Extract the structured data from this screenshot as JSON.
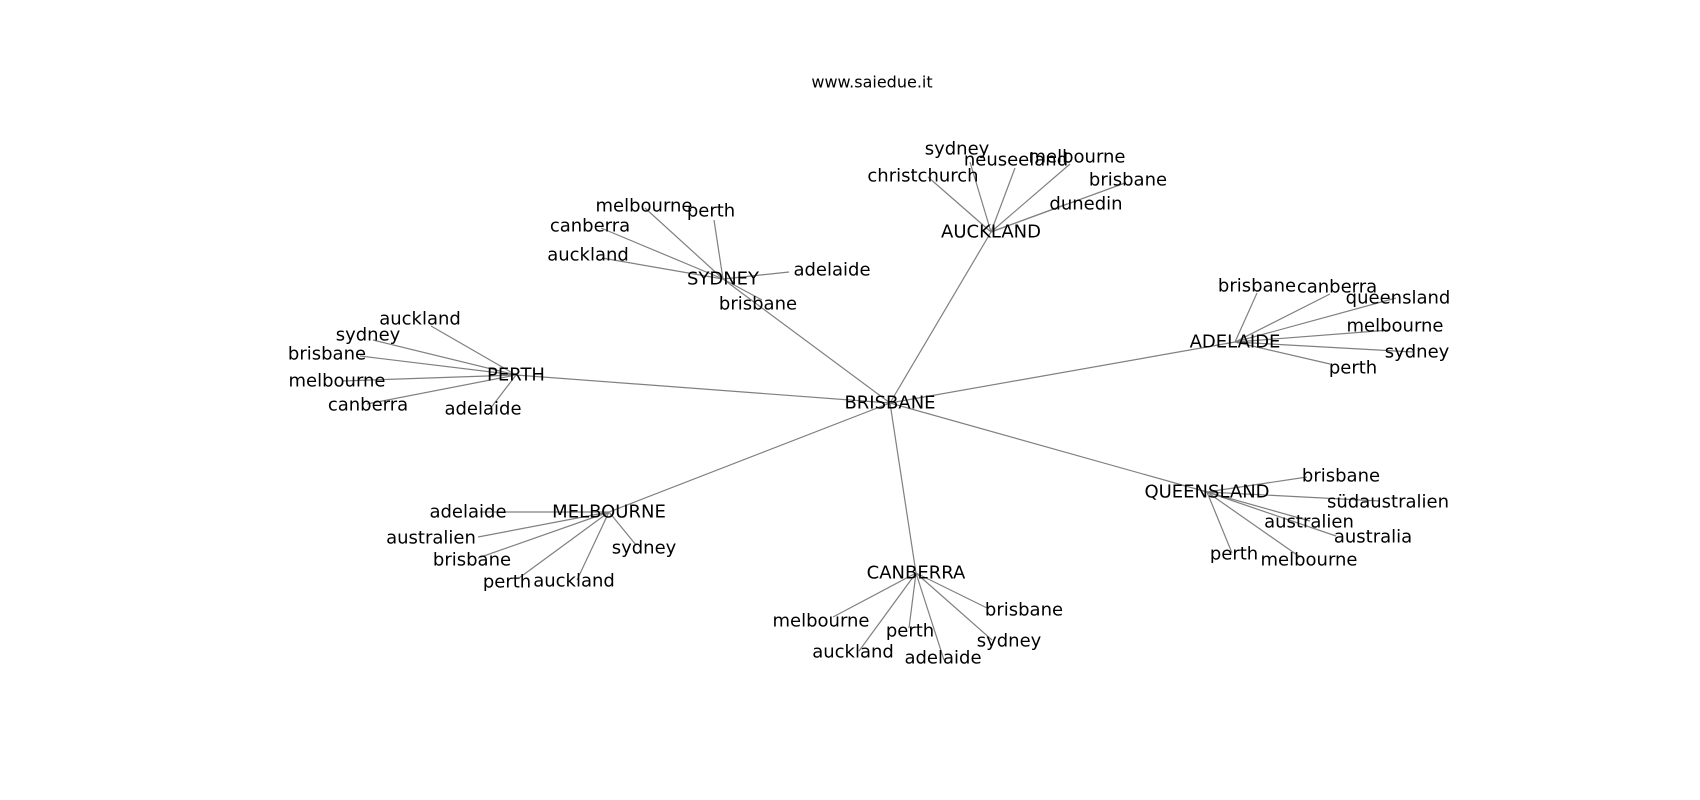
{
  "title": "www.saiedue.it",
  "colors": {
    "edge": "#808080",
    "text": "#000000",
    "background": "#ffffff"
  },
  "root": "BRISBANE",
  "hubs": [
    {
      "id": "sydney",
      "label": "SYDNEY",
      "children": [
        "melbourne",
        "perth",
        "canberra",
        "auckland",
        "adelaide",
        "brisbane"
      ]
    },
    {
      "id": "auckland",
      "label": "AUCKLAND",
      "children": [
        "sydney",
        "neuseeland",
        "melbourne",
        "christchurch",
        "brisbane",
        "dunedin"
      ]
    },
    {
      "id": "adelaide",
      "label": "ADELAIDE",
      "children": [
        "brisbane",
        "canberra",
        "queensland",
        "melbourne",
        "sydney",
        "perth"
      ]
    },
    {
      "id": "perth",
      "label": "PERTH",
      "children": [
        "auckland",
        "sydney",
        "brisbane",
        "melbourne",
        "canberra",
        "adelaide"
      ]
    },
    {
      "id": "melbourne",
      "label": "MELBOURNE",
      "children": [
        "adelaide",
        "australien",
        "brisbane",
        "perth",
        "auckland",
        "sydney"
      ]
    },
    {
      "id": "canberra",
      "label": "CANBERRA",
      "children": [
        "brisbane",
        "melbourne",
        "perth",
        "sydney",
        "auckland",
        "adelaide"
      ]
    },
    {
      "id": "queensland",
      "label": "QUEENSLAND",
      "children": [
        "brisbane",
        "südaustralien",
        "australien",
        "australia",
        "perth",
        "melbourne"
      ]
    }
  ]
}
